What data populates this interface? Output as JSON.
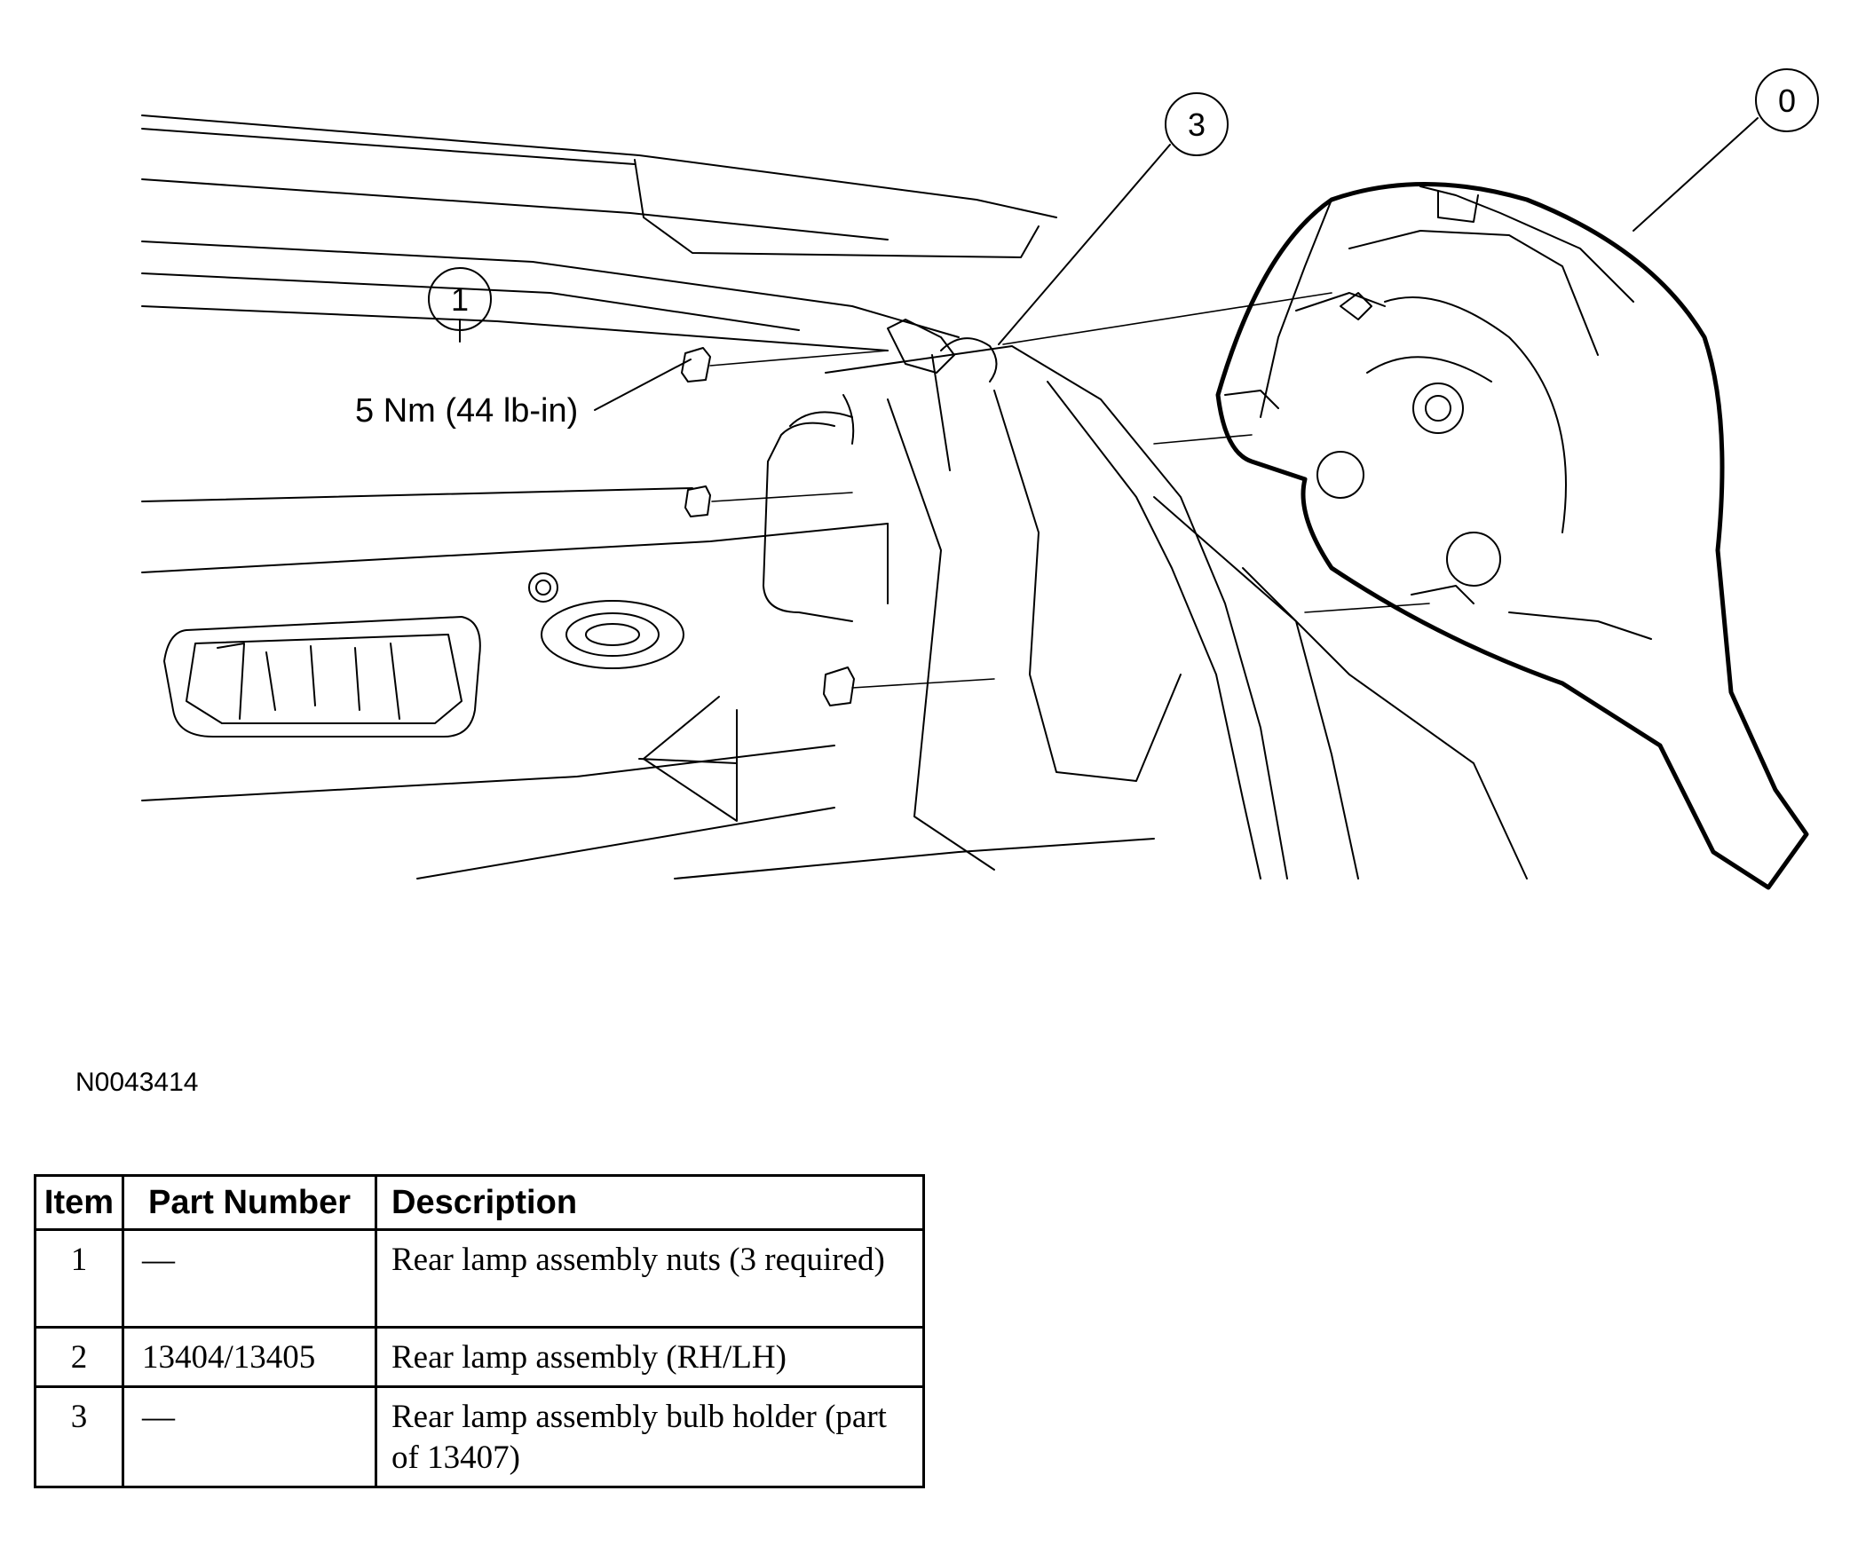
{
  "figure": {
    "id": "N0043414",
    "callouts": [
      {
        "label": "1",
        "annotation": "5 Nm (44 lb-in)"
      },
      {
        "label": "3"
      },
      {
        "label": "0"
      }
    ]
  },
  "table": {
    "headers": {
      "item": "Item",
      "part_number": "Part Number",
      "description": "Description"
    },
    "rows": [
      {
        "item": "1",
        "part_number": "—",
        "description": "Rear lamp assembly nuts (3 required)"
      },
      {
        "item": "2",
        "part_number": "13404/13405",
        "description": "Rear lamp assembly (RH/LH)"
      },
      {
        "item": "3",
        "part_number": "—",
        "description": "Rear lamp assembly bulb holder (part of 13407)"
      }
    ]
  }
}
